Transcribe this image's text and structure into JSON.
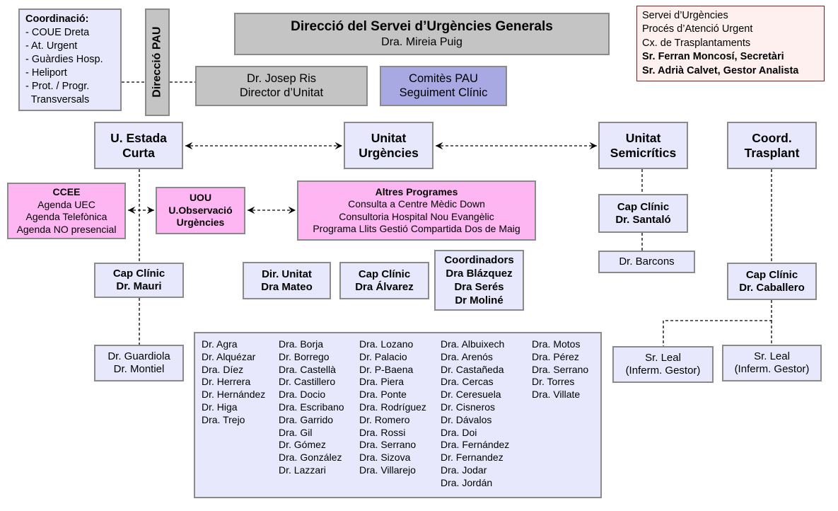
{
  "coordinacio": {
    "title": "Coordinació:",
    "items": [
      "- COUE Dreta",
      "- At. Urgent",
      "- Guàrdies Hosp.",
      "- Heliport",
      "- Prot. / Progr.",
      "  Transversals"
    ]
  },
  "direccio_pau": "Direcció PAU",
  "direccio": {
    "title": "Direcció del Servei d’Urgències Generals",
    "name": "Dra. Mireia Puig"
  },
  "director_unitat": {
    "line1": "Dr. Josep Ris",
    "line2": "Director d’Unitat"
  },
  "comites": {
    "line1": "Comitès PAU",
    "line2": "Seguiment Clínic"
  },
  "secretaria": {
    "lines": [
      "Servei d’Urgències",
      "Procés d’Atenció Urgent",
      "Cx. de Trasplantaments"
    ],
    "bold": [
      "Sr. Ferran Moncosí, Secretàri",
      "Sr. Adrià Calvet, Gestor Analista"
    ]
  },
  "units": {
    "estada": {
      "line1": "U. Estada",
      "line2": "Curta"
    },
    "urgencies": {
      "line1": "Unitat",
      "line2": "Urgències"
    },
    "semicritics": {
      "line1": "Unitat",
      "line2": "Semicrítics"
    },
    "trasplant": {
      "line1": "Coord.",
      "line2": "Trasplant"
    }
  },
  "ccee": {
    "title": "CCEE",
    "items": [
      "Agenda UEC",
      "Agenda Telefònica",
      "Agenda NO presencial"
    ]
  },
  "uou": {
    "line1": "UOU",
    "line2": "U.Observació",
    "line3": "Urgències"
  },
  "altres": {
    "title": "Altres Programes",
    "items": [
      "Consulta a Centre Mèdic Down",
      "Consultoria Hospital Nou Evangèlic",
      "Programa Llits Gestió Compartida Dos de Maig"
    ]
  },
  "cap_santalo": {
    "line1": "Cap Clínic",
    "line2": "Dr. Santaló"
  },
  "barcons": "Dr. Barcons",
  "cap_mauri": {
    "line1": "Cap Clínic",
    "line2": "Dr. Mauri"
  },
  "dir_mateo": {
    "line1": "Dir. Unitat",
    "line2": "Dra Mateo"
  },
  "cap_alvarez": {
    "line1": "Cap Clínic",
    "line2": "Dra Álvarez"
  },
  "coordinadors": {
    "line1": "Coordinadors",
    "line2": "Dra Blázquez",
    "line3": "Dra Serés",
    "line4": "Dr Moliné"
  },
  "guardiola": {
    "line1": "Dr. Guardiola",
    "line2": "Dr. Montiel"
  },
  "cap_caballero": {
    "line1": "Cap Clínic",
    "line2": "Dr. Caballero"
  },
  "leal1": {
    "line1": "Sr. Leal",
    "line2": "(Inferm. Gestor)"
  },
  "leal2": {
    "line1": "Sr. Leal",
    "line2": "(Inferm. Gestor)"
  },
  "staff": [
    [
      "Dr. Agra",
      "Dr. Alquézar",
      "Dra. Díez",
      "Dr. Herrera",
      "Dr. Hernández",
      "Dr. Higa",
      "Dra. Trejo"
    ],
    [
      "Dra. Borja",
      "Dr. Borrego",
      "Dra. Castellà",
      "Dr. Castillero",
      "Dra. Docio",
      "Dra. Escribano",
      "Dra. Garrido",
      "Dra. Gil",
      "Dr. Gómez",
      "Dra. González",
      "Dr. Lazzari"
    ],
    [
      "Dra. Lozano",
      "Dr. Palacio",
      "Dr. P-Baena",
      "Dra. Piera",
      "Dra. Ponte",
      "Dra. Rodríguez",
      "Dr. Romero",
      "Dra. Rossi",
      "Dra. Serrano",
      "Dra. Sizova",
      "Dra. Villarejo"
    ],
    [
      "Dra. Albuixech",
      "Dra. Arenós",
      "Dr. Castañeda",
      "Dra. Cercas",
      "Dr. Ceresuela",
      "Dr. Cisneros",
      "Dr. Dávalos",
      "Dra. Doi",
      "Dra. Fernández",
      "Dr. Fernandez",
      "Dra. Jodar",
      "Dra. Jordán"
    ],
    [
      "Dra. Motos",
      "Dra. Pérez",
      "Dra. Serrano",
      "Dr. Torres",
      "Dra. Villate"
    ]
  ]
}
